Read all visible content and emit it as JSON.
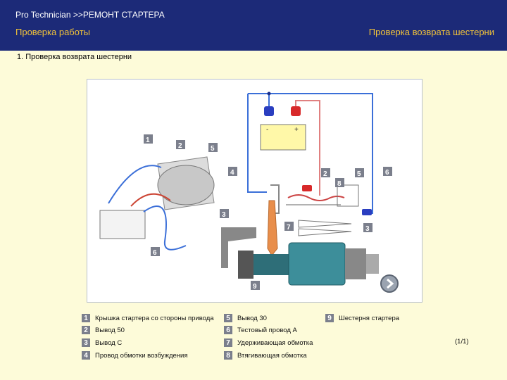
{
  "header": {
    "app_title": "Pro  Technician >>РЕМОНТ СТАРТЕРА",
    "section": "Проверка работы",
    "topic": "Проверка возврата шестерни"
  },
  "page_heading": "1. Проверка возврата шестерни",
  "battery": {
    "minus": "-",
    "plus": "+"
  },
  "callouts": [
    "1",
    "2",
    "3",
    "4",
    "5",
    "6",
    "7",
    "8",
    "9"
  ],
  "legend": [
    {
      "num": "1",
      "text": "Крышка стартера со стороны привода"
    },
    {
      "num": "2",
      "text": "Вывод 50"
    },
    {
      "num": "3",
      "text": "Вывод C"
    },
    {
      "num": "4",
      "text": "Провод обмотки возбуждения"
    },
    {
      "num": "5",
      "text": "Вывод 30"
    },
    {
      "num": "6",
      "text": "Тестовый провод A"
    },
    {
      "num": "7",
      "text": "Удерживающая обмотка"
    },
    {
      "num": "8",
      "text": "Втягивающая обмотка"
    },
    {
      "num": "9",
      "text": "Шестерня стартера"
    }
  ],
  "page_counter": "(1/1)",
  "colors": {
    "header_bg": "#1c2a78",
    "header_accent": "#f0c23a",
    "background": "#fdfbd9",
    "wire_blue": "#3b6fd8",
    "wire_red": "#d83a3a"
  },
  "icons": {
    "next": "chevron-right-icon"
  }
}
